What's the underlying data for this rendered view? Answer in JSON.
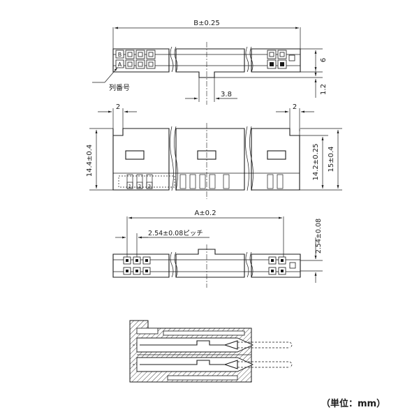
{
  "top_view": {
    "dim_b": "B±0.25",
    "dim_height": "6",
    "dim_key": "1.2",
    "dim_key_width": "3.8",
    "row_b": "B",
    "row_a": "A",
    "column_number_label": "列番号"
  },
  "front_view": {
    "dim_left_pitch": "2",
    "dim_right_pitch": "2",
    "dim_height_left": "14.4±0.4",
    "dim_height_right_inner": "14.2±0.25",
    "dim_height_right_outer": "15±0.4",
    "pin_numbers": [
      "1",
      "2",
      "3"
    ]
  },
  "bottom_view": {
    "dim_a": "A±0.2",
    "dim_pitch": "2.54±0.08ピッチ",
    "dim_row_pitch": "2.54±0.08"
  },
  "units_note": "（単位：mm）"
}
